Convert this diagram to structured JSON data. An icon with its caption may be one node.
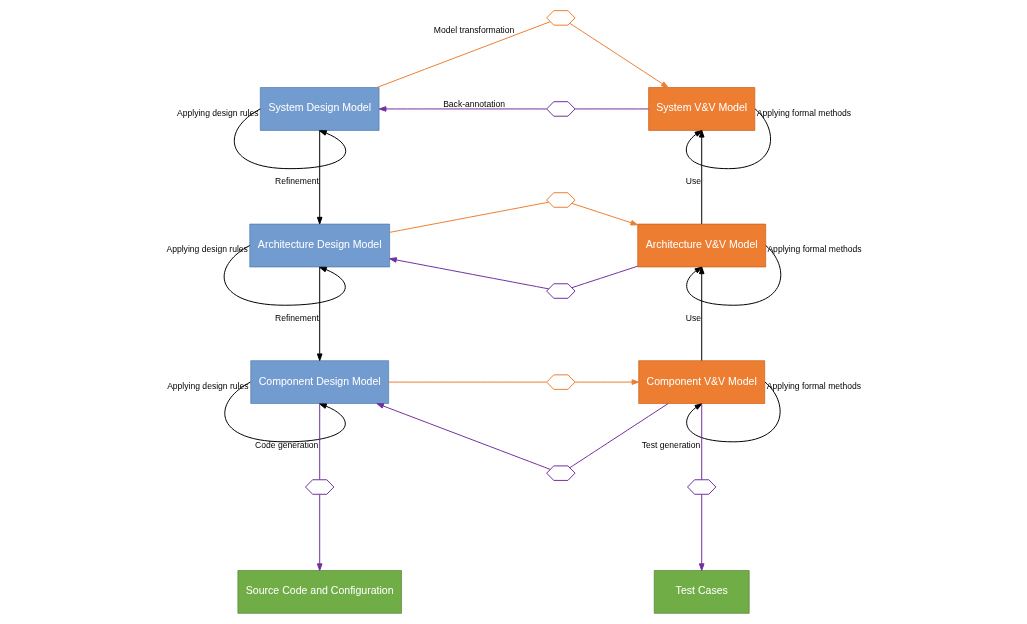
{
  "diagram": {
    "nodes": [
      {
        "text": [
          "System Design Model"
        ]
      },
      {
        "text": [
          "System V&V Model"
        ]
      },
      {
        "text": [
          "Architecture Design Model"
        ]
      },
      {
        "text": [
          "Architecture V&V Model"
        ]
      },
      {
        "text": [
          "Component Design Model"
        ]
      },
      {
        "text": [
          "Component V&V Model"
        ]
      },
      {
        "text": [
          "Source Code and Configuration"
        ]
      },
      {
        "text": [
          "Test Cases"
        ]
      },
      {
        "text": [],
        "shape": "hexagon"
      },
      {
        "text": [],
        "shape": "hexagon"
      },
      {
        "text": [],
        "shape": "hexagon"
      },
      {
        "text": [],
        "shape": "hexagon"
      },
      {
        "text": [],
        "shape": "hexagon"
      },
      {
        "text": [],
        "shape": "hexagon"
      },
      {
        "text": [],
        "shape": "hexagon"
      },
      {
        "text": [],
        "shape": "hexagon"
      }
    ],
    "edges": [
      {
        "from": 0,
        "to": 8,
        "arrow": "none",
        "color": "#ed7d31",
        "label": "Model transformation"
      },
      {
        "from": 8,
        "to": 1,
        "arrow": "to",
        "color": "#ed7d31"
      },
      {
        "from": 1,
        "to": 9,
        "arrow": "none",
        "color": "#7030a0"
      },
      {
        "from": 9,
        "to": 0,
        "arrow": "to",
        "color": "#7030a0",
        "label": "Back-annotation"
      },
      {
        "from": 0,
        "to": 0,
        "arrow": "to",
        "color": "#000000",
        "label": "Applying design rules"
      },
      {
        "from": 1,
        "to": 1,
        "arrow": "to",
        "color": "#000000",
        "label": "Applying formal methods"
      },
      {
        "from": 0,
        "to": 2,
        "arrow": "to",
        "color": "#000000",
        "label": "Refinement"
      },
      {
        "from": 3,
        "to": 1,
        "arrow": "to",
        "color": "#000000",
        "label": "Use"
      },
      {
        "from": 2,
        "to": 10,
        "arrow": "none",
        "color": "#ed7d31"
      },
      {
        "from": 10,
        "to": 3,
        "arrow": "to",
        "color": "#ed7d31"
      },
      {
        "from": 3,
        "to": 11,
        "arrow": "none",
        "color": "#7030a0"
      },
      {
        "from": 11,
        "to": 2,
        "arrow": "to",
        "color": "#7030a0"
      },
      {
        "from": 2,
        "to": 2,
        "arrow": "to",
        "color": "#000000",
        "label": "Applying design rules"
      },
      {
        "from": 3,
        "to": 3,
        "arrow": "to",
        "color": "#000000",
        "label": "Applying formal methods"
      },
      {
        "from": 2,
        "to": 4,
        "arrow": "to",
        "color": "#000000",
        "label": "Refinement"
      },
      {
        "from": 5,
        "to": 3,
        "arrow": "to",
        "color": "#000000",
        "label": "Use"
      },
      {
        "from": 4,
        "to": 12,
        "arrow": "none",
        "color": "#ed7d31"
      },
      {
        "from": 12,
        "to": 5,
        "arrow": "to",
        "color": "#ed7d31"
      },
      {
        "from": 5,
        "to": 13,
        "arrow": "none",
        "color": "#7030a0"
      },
      {
        "from": 13,
        "to": 4,
        "arrow": "to",
        "color": "#7030a0"
      },
      {
        "from": 4,
        "to": 4,
        "arrow": "to",
        "color": "#000000",
        "label": "Applying design rules"
      },
      {
        "from": 5,
        "to": 5,
        "arrow": "to",
        "color": "#000000",
        "label": "Applying formal methods"
      },
      {
        "from": 4,
        "to": 14,
        "arrow": "none",
        "color": "#7030a0",
        "label": "Code generation"
      },
      {
        "from": 14,
        "to": 6,
        "arrow": "to",
        "color": "#7030a0"
      },
      {
        "from": 5,
        "to": 15,
        "arrow": "none",
        "color": "#7030a0",
        "label": "Test generation"
      },
      {
        "from": 15,
        "to": 7,
        "arrow": "to",
        "color": "#7030a0"
      }
    ]
  }
}
